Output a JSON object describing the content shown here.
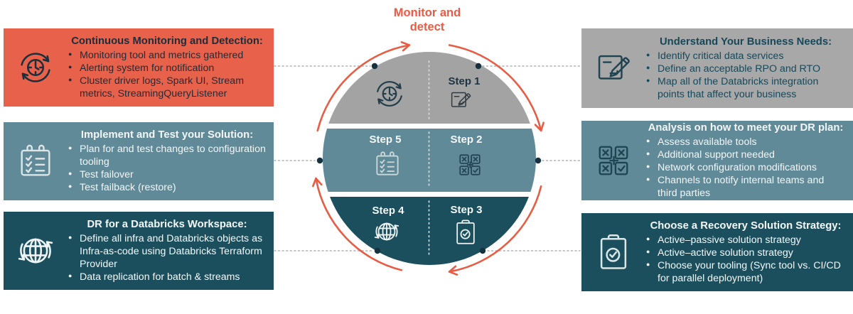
{
  "header": {
    "title_line1": "Monitor and",
    "title_line2": "detect"
  },
  "colors": {
    "accent_red": "#e85c44",
    "box_red": "#e8614b",
    "box_gray": "#a8a8a8",
    "box_teal": "#618a99",
    "box_dark_teal": "#1b4f5e",
    "dark_text": "#1b2e3b",
    "light_text": "#f2f6f6"
  },
  "steps": [
    {
      "label": "Step 1",
      "icon": "edit-icon"
    },
    {
      "label": "Step 2",
      "icon": "decision-matrix-icon"
    },
    {
      "label": "Step 3",
      "icon": "clipboard-check-icon"
    },
    {
      "label": "Step 4",
      "icon": "globe-sync-icon"
    },
    {
      "label": "Step 5",
      "icon": "checklist-icon"
    }
  ],
  "boxes": [
    {
      "title": "Continuous Monitoring and Detection:",
      "icon": "monitor-cycle-icon",
      "bullets": [
        "Monitoring tool and metrics gathered",
        "Alerting system for notification",
        "Cluster driver logs, Spark UI, Stream metrics, StreamingQueryListener"
      ]
    },
    {
      "title": "Implement and Test your Solution:",
      "icon": "checklist-icon",
      "bullets": [
        "Plan for and test changes to configuration tooling",
        "Test failover",
        "Test failback (restore)"
      ]
    },
    {
      "title": "DR for a Databricks Workspace:",
      "icon": "globe-sync-icon",
      "bullets": [
        "Define all infra and Databricks objects as Infra-as-code using Databricks Terraform Provider",
        "Data replication for batch & streams"
      ]
    },
    {
      "title": "Understand Your Business Needs:",
      "icon": "edit-icon",
      "bullets": [
        "Identify critical data services",
        "Define an acceptable RPO and RTO",
        "Map all of the Databricks integration points that affect your business"
      ]
    },
    {
      "title": "Analysis on how to meet your DR plan:",
      "icon": "decision-matrix-icon",
      "bullets": [
        "Assess available tools",
        "Additional support needed",
        "Network configuration modifications",
        "Channels to notify internal teams and third parties"
      ]
    },
    {
      "title": "Choose a Recovery Solution Strategy:",
      "icon": "clipboard-check-icon",
      "bullets": [
        "Active–passive solution strategy",
        "Active–active solution strategy",
        "Choose your tooling (Sync tool vs. CI/CD for parallel deployment)"
      ]
    }
  ]
}
